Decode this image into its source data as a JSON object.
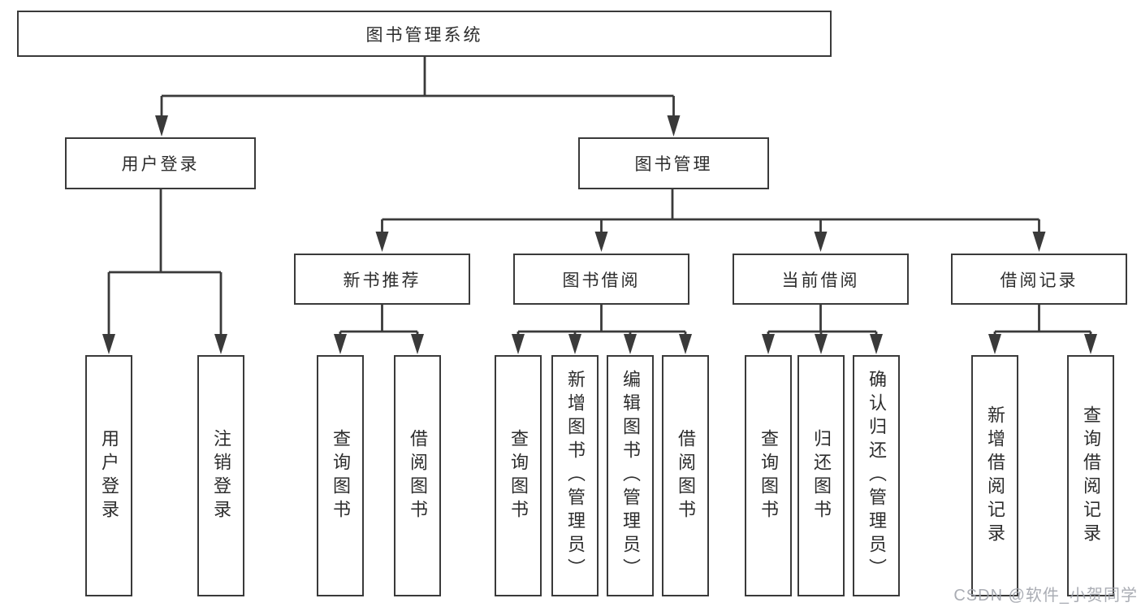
{
  "tree": {
    "root": {
      "label": "图书管理系统"
    },
    "branches": [
      {
        "label": "用户登录",
        "children": [
          "用户登录",
          "注销登录"
        ]
      },
      {
        "label": "图书管理",
        "sections": [
          {
            "label": "新书推荐",
            "children": [
              "查询图书",
              "借阅图书"
            ]
          },
          {
            "label": "图书借阅",
            "children": [
              "查询图书",
              "新增图书（管理员）",
              "编辑图书（管理员）",
              "借阅图书"
            ]
          },
          {
            "label": "当前借阅",
            "children": [
              "查询图书",
              "归还图书",
              "确认归还（管理员）"
            ]
          },
          {
            "label": "借阅记录",
            "children": [
              "新增借阅记录",
              "查询借阅记录"
            ]
          }
        ]
      }
    ]
  },
  "colors": {
    "line": "#3a3a3a",
    "text": "#2d2d2d",
    "watermark": "#9ea2aa",
    "background": "#ffffff"
  },
  "watermark": {
    "text": "CSDN @软件_小贺同学"
  }
}
